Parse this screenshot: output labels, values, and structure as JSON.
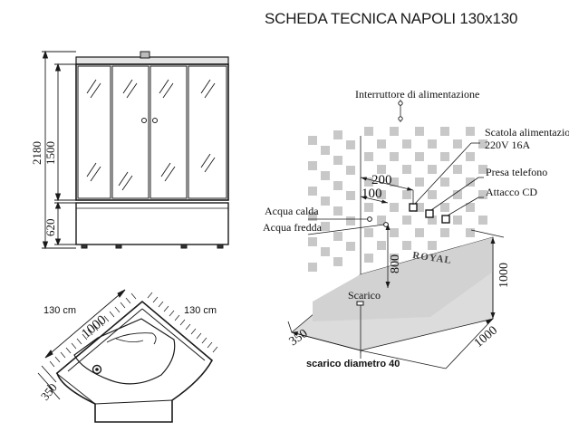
{
  "title": "SCHEDA TECNICA NAPOLI 130x130",
  "front_view": {
    "height_total": "2180",
    "height_cabin": "1500",
    "height_base": "620"
  },
  "plan_view": {
    "width_left": "130 cm",
    "width_right": "130 cm",
    "side_length": "1000",
    "depth": "350"
  },
  "installation": {
    "power_switch": "Interruttore di alimentazione",
    "power_box": "Scatola  alimentazione",
    "power_spec": "220V 16A",
    "phone_socket": "Presa telefono",
    "cd_socket": "Attacco CD",
    "hot_water": "Acqua calda",
    "cold_water": "Acqua fredda",
    "dim_200": "200",
    "dim_100": "100",
    "dim_800": "800",
    "dim_1000_vertical": "1000",
    "dim_350": "350",
    "dim_1000_floor": "1000",
    "drain": "Scarico",
    "drain_diameter": "scarico diametro 40",
    "brand": "ROYAL"
  },
  "colors": {
    "line": "#1a1a1a",
    "tile": "#c8c8c8",
    "floor": "#dcdcdc"
  }
}
